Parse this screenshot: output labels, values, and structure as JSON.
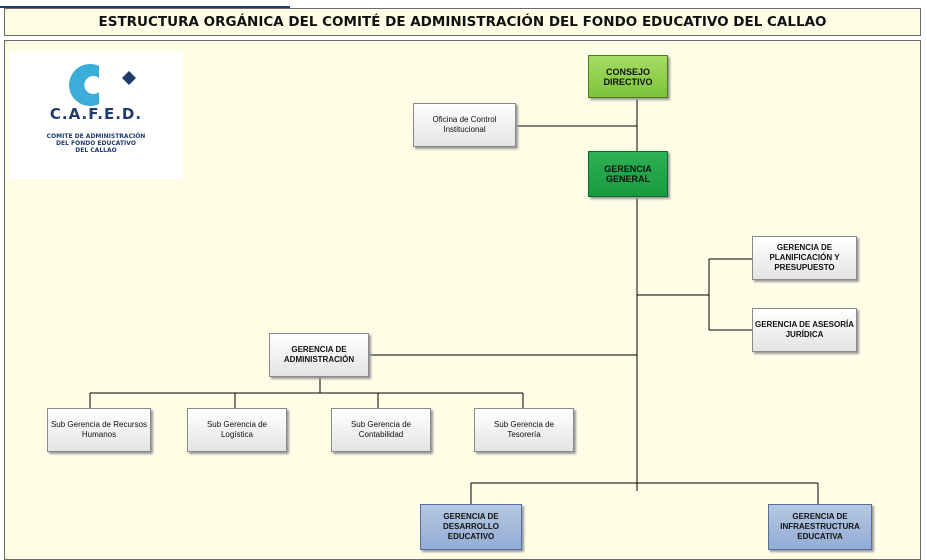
{
  "header": {
    "title": "ESTRUCTURA ORGÁNICA DEL COMITÉ DE ADMINISTRACIÓN DEL FONDO EDUCATIVO DEL CALLAO"
  },
  "logo": {
    "name": "C.A.F.E.D.",
    "subtitle_lines": [
      "COMITE DE ADMINISTRACIÓN",
      "DEL FONDO EDUCATIVO",
      "DEL CALLAO"
    ],
    "colors": {
      "primary": "#1f3c6b",
      "accent": "#3aaed8"
    }
  },
  "org": {
    "consejo_directivo": "CONSEJO DIRECTIVO",
    "oficina_control": "Oficina de Control Institucional",
    "gerencia_general": "GERENCIA GENERAL",
    "gerencia_planificacion": "GERENCIA DE PLANIFICACIÓN Y PRESUPUESTO",
    "gerencia_asesoria": "GERENCIA DE ASESORÍA JURÍDICA",
    "gerencia_administracion": "GERENCIA DE ADMINISTRACIÓN",
    "sub_rrhh": "Sub Gerencia de Recursos Humanos",
    "sub_logistica": "Sub Gerencia de Logística",
    "sub_contabilidad": "Sub Gerencia de Contabilidad",
    "sub_tesoreria": "Sub Gerencia de Tesorería",
    "gerencia_desarrollo": "GERENCIA DE DESARROLLO EDUCATIVO",
    "gerencia_infraestructura": "GERENCIA DE INFRAESTRUCTURA EDUCATIVA"
  },
  "colors": {
    "page_background": "#fefde6",
    "consejo": "#8fd14f",
    "gerencia_general": "#21a347",
    "line_units": "#9db3d8",
    "connector": "#000000"
  }
}
